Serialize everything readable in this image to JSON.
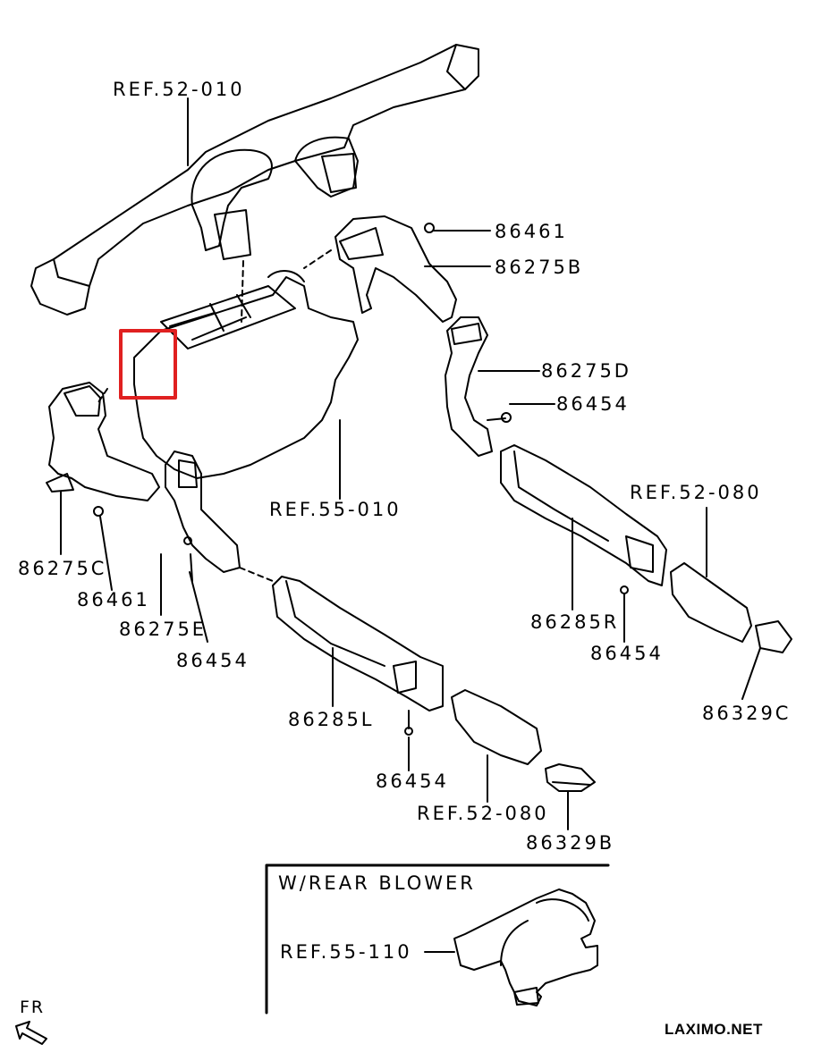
{
  "diagram": {
    "title": "Heater / Ventilation Duct Parts Diagram",
    "labels": {
      "ref_52_010": "REF.52-010",
      "p86461_top": "86461",
      "p86275B": "86275B",
      "p86275D": "86275D",
      "p86454_right": "86454",
      "ref_52_080_right": "REF.52-080",
      "ref_55_010": "REF.55-010",
      "p86275C": "86275C",
      "p86461_left": "86461",
      "p86275E": "86275E",
      "p86454_left": "86454",
      "p86285R": "86285R",
      "p86454_r2": "86454",
      "p86329C": "86329C",
      "p86285L": "86285L",
      "p86454_bottom": "86454",
      "ref_52_080_bottom": "REF.52-080",
      "p86329B": "86329B"
    },
    "inset": {
      "title": "W/REAR BLOWER",
      "ref_label": "REF.55-110"
    },
    "direction_label": "FR",
    "watermark": "LAXIMO.NET",
    "highlight_color": "#e02020"
  }
}
